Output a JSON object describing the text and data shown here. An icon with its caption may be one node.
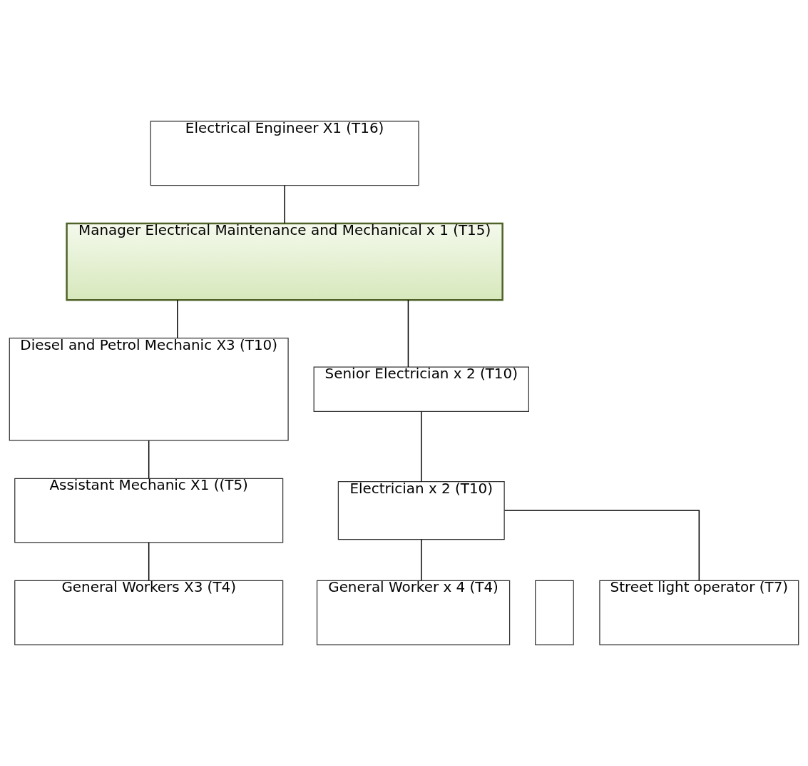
{
  "diagram": {
    "nodes": [
      {
        "text": [
          "Electrical Engineer X1 (T16)"
        ]
      },
      {
        "text": [
          "Manager Electrical Maintenance and Mechanical x 1 (T15)"
        ]
      },
      {
        "text": [
          "Diesel and Petrol Mechanic X3 (T10)"
        ]
      },
      {
        "text": [
          "Senior Electrician x 2 (T10)"
        ]
      },
      {
        "text": [
          "Assistant Mechanic X1 ((T5)"
        ]
      },
      {
        "text": [
          "Electrician x 2 (T10)"
        ]
      },
      {
        "text": [
          "General Workers X3 (T4)"
        ]
      },
      {
        "text": [
          "General Worker x 4 (T4)"
        ]
      },
      {
        "text": [],
        "shape": "box"
      },
      {
        "text": [
          "Street light operator (T7)"
        ]
      }
    ],
    "edges": [
      {
        "from": 0,
        "to": 1,
        "arrow": "none"
      },
      {
        "from": 1,
        "to": 2,
        "arrow": "none"
      },
      {
        "from": 1,
        "to": 3,
        "arrow": "none"
      },
      {
        "from": 2,
        "to": 4,
        "arrow": "none"
      },
      {
        "from": 4,
        "to": 6,
        "arrow": "none"
      },
      {
        "from": 3,
        "to": 5,
        "arrow": "none"
      },
      {
        "from": 5,
        "to": 7,
        "arrow": "none"
      },
      {
        "from": 5,
        "to": 9,
        "arrow": "none"
      }
    ]
  }
}
